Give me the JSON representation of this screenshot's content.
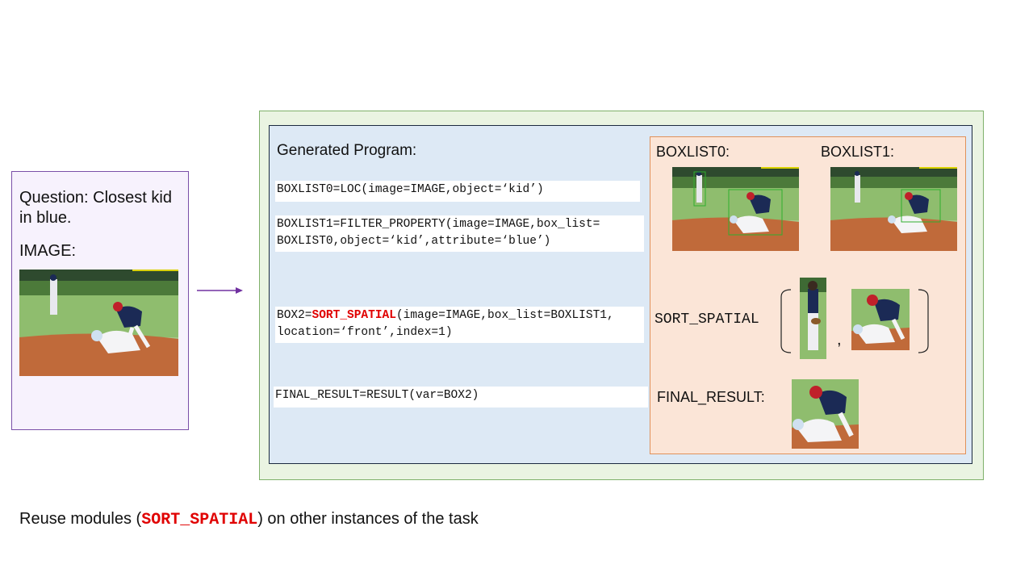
{
  "question_panel": {
    "question": "Question: Closest kid in blue.",
    "image_label": "IMAGE:"
  },
  "program": {
    "title": "Generated Program:",
    "line0": "BOXLIST0=LOC(image=IMAGE,object=‘kid’)",
    "line1_a": "BOXLIST1=FILTER_PROPERTY(image=IMAGE,box_list=",
    "line1_b": "BOXLIST0,object=‘kid’,attribute=‘blue’)",
    "line2_pre": "BOX2=",
    "line2_fn": "SORT_SPATIAL",
    "line2_post": "(image=IMAGE,box_list=BOXLIST1,",
    "line2_b": "location=‘front’,index=1)",
    "line3": "FINAL_RESULT=RESULT(var=BOX2)"
  },
  "results": {
    "boxlist0_label": "BOXLIST0:",
    "boxlist1_label": "BOXLIST1:",
    "sort_label": "SORT_SPATIAL",
    "comma": ",",
    "final_label": "FINAL_RESULT:"
  },
  "caption": {
    "pre": "Reuse modules (",
    "module": "SORT_SPATIAL",
    "post": ") on other instances of the task"
  },
  "colors": {
    "highlight": "#e00000",
    "outer_border": "#7fb16a",
    "inner_border": "#1c2a40",
    "result_bg": "#fbe5d7",
    "question_border": "#7a4fa8",
    "arrow": "#7030a0"
  }
}
